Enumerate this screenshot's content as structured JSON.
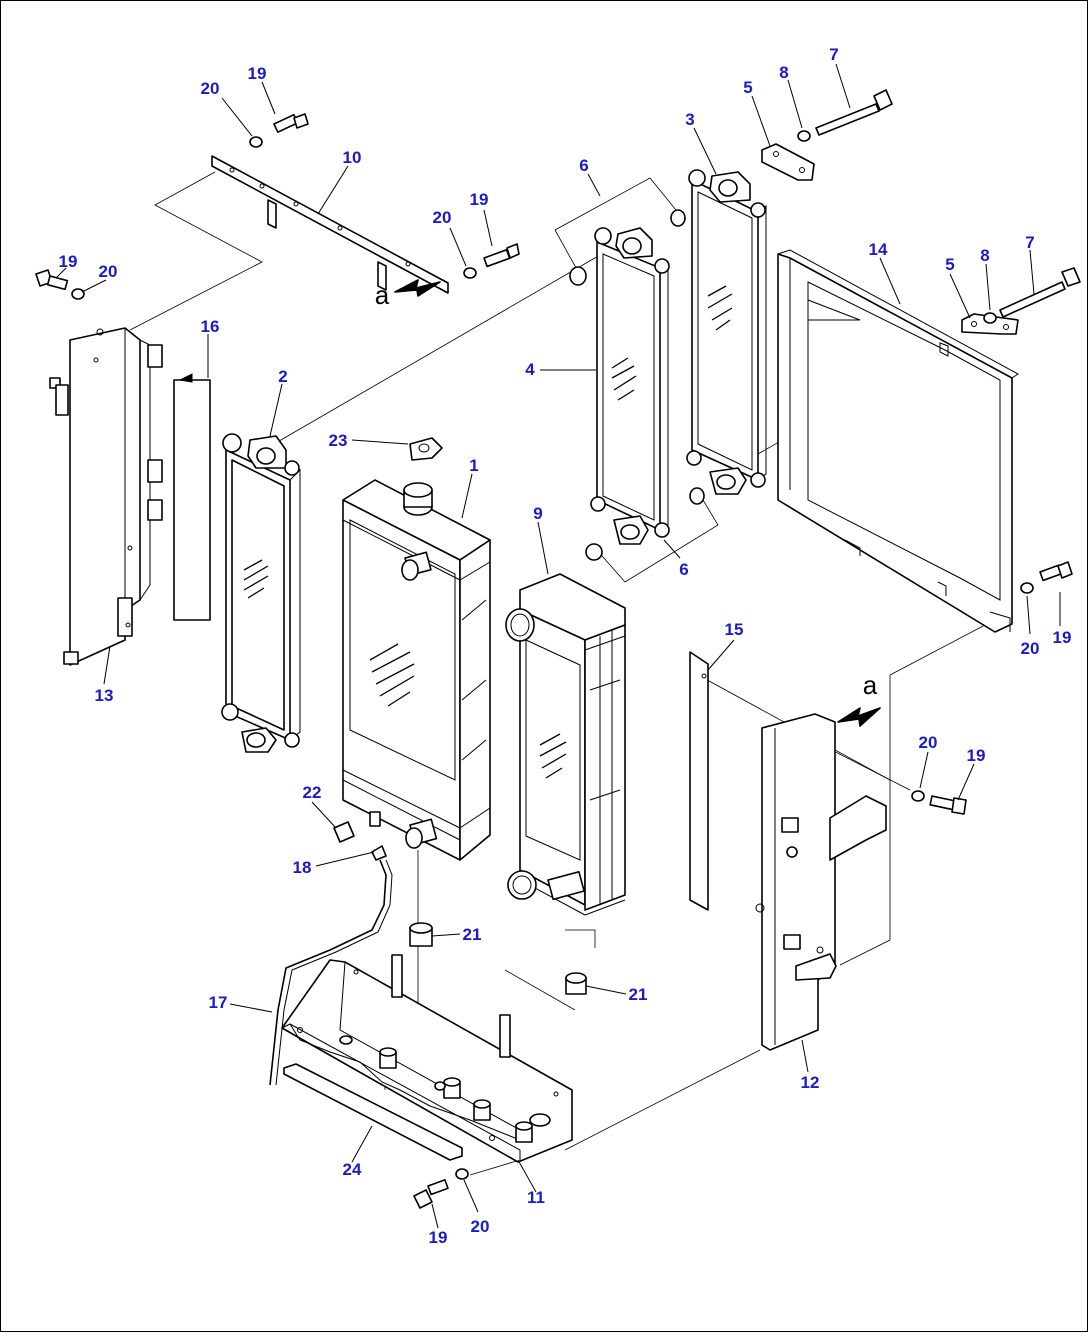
{
  "style": {
    "callout_color": "#1a1ac8",
    "line_color": "#000000",
    "background": "#ffffff"
  },
  "callouts": [
    {
      "id": "c20a",
      "text": "20"
    },
    {
      "id": "c19a",
      "text": "19"
    },
    {
      "id": "c10",
      "text": "10"
    },
    {
      "id": "c20b",
      "text": "20"
    },
    {
      "id": "c19b",
      "text": "19"
    },
    {
      "id": "c19c",
      "text": "19"
    },
    {
      "id": "c20c",
      "text": "20"
    },
    {
      "id": "c16",
      "text": "16"
    },
    {
      "id": "c2",
      "text": "2"
    },
    {
      "id": "c13",
      "text": "13"
    },
    {
      "id": "c23",
      "text": "23"
    },
    {
      "id": "c1",
      "text": "1"
    },
    {
      "id": "c6a",
      "text": "6"
    },
    {
      "id": "c4",
      "text": "4"
    },
    {
      "id": "c3",
      "text": "3"
    },
    {
      "id": "c5a",
      "text": "5"
    },
    {
      "id": "c8a",
      "text": "8"
    },
    {
      "id": "c7a",
      "text": "7"
    },
    {
      "id": "c14",
      "text": "14"
    },
    {
      "id": "c5b",
      "text": "5"
    },
    {
      "id": "c8b",
      "text": "8"
    },
    {
      "id": "c7b",
      "text": "7"
    },
    {
      "id": "c9",
      "text": "9"
    },
    {
      "id": "c6b",
      "text": "6"
    },
    {
      "id": "c20d",
      "text": "20"
    },
    {
      "id": "c19d",
      "text": "19"
    },
    {
      "id": "c15",
      "text": "15"
    },
    {
      "id": "c22",
      "text": "22"
    },
    {
      "id": "c18",
      "text": "18"
    },
    {
      "id": "c21a",
      "text": "21"
    },
    {
      "id": "c21b",
      "text": "21"
    },
    {
      "id": "c17",
      "text": "17"
    },
    {
      "id": "c20e",
      "text": "20"
    },
    {
      "id": "c19e",
      "text": "19"
    },
    {
      "id": "c12",
      "text": "12"
    },
    {
      "id": "c24",
      "text": "24"
    },
    {
      "id": "c11",
      "text": "11"
    },
    {
      "id": "c19f",
      "text": "19"
    },
    {
      "id": "c20f",
      "text": "20"
    }
  ],
  "view_refs": [
    {
      "id": "ra1",
      "text": "a"
    },
    {
      "id": "ra2",
      "text": "a"
    }
  ]
}
